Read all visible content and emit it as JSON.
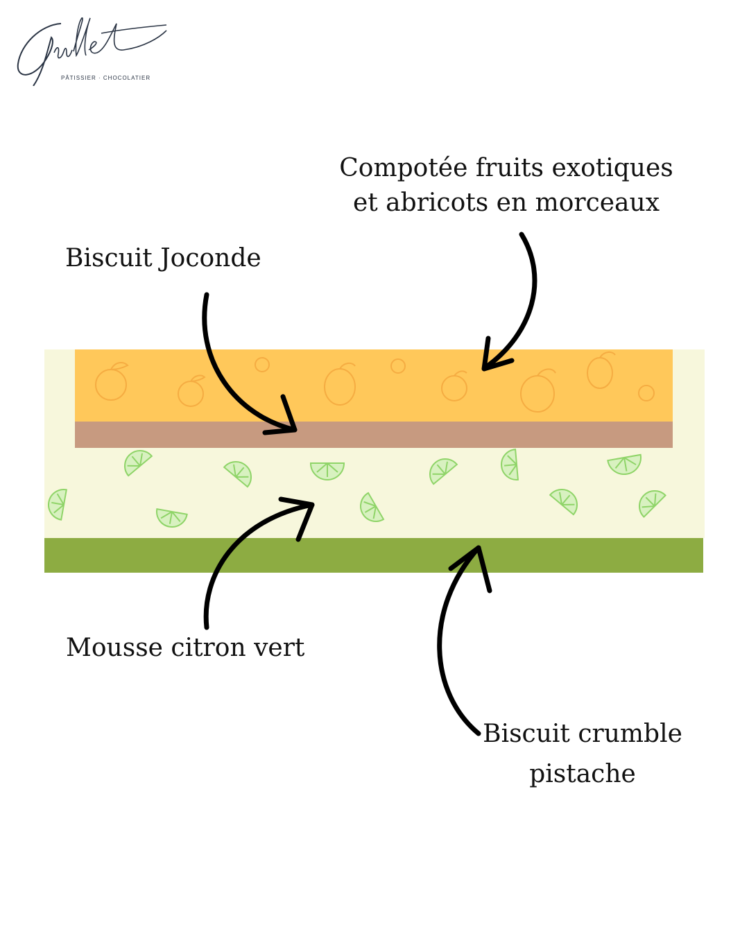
{
  "brand": {
    "signature": "Guillet",
    "tagline": "PÂTISSIER · CHOCOLATIER"
  },
  "labels": {
    "compotee_line1": "Compotée fruits exotiques",
    "compotee_line2": "et abricots en morceaux",
    "joconde": "Biscuit Joconde",
    "mousse": "Mousse citron vert",
    "crumble_line1": "Biscuit crumble",
    "crumble_line2": "pistache"
  },
  "colors": {
    "compotee_layer": "#ffc85a",
    "joconde_layer": "#c79a80",
    "mousse_layer": "#f7f7dc",
    "crumble_layer": "#8dac42",
    "apricot_sketch": "#f2a33a",
    "lime_sketch": "#8fd468",
    "arrow": "#000000",
    "signature": "#2a3444"
  }
}
